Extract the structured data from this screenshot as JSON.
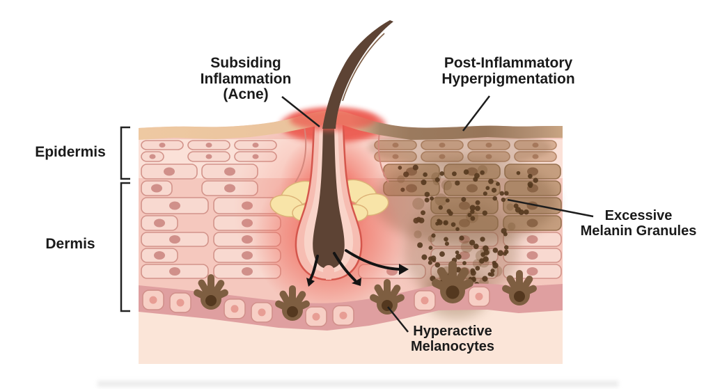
{
  "title": "Post-Inflammatory Hyperpigmentation skin cross-section diagram",
  "labels": {
    "epidermis": "Epidermis",
    "dermis": "Dermis",
    "subsiding_inflammation": "Subsiding\nInflammation\n(Acne)",
    "post_inflammatory_hyperpigmentation": "Post-Inflammatory\nHyperpigmentation",
    "excessive_melanin_granules": "Excessive\nMelanin Granules",
    "hyperactive_melanocytes": "Hyperactive\nMelanocytes"
  },
  "colors": {
    "inflammation_red": "#ed4a3e",
    "melanin_granule_brown": "#56391f",
    "pigment_tint_brown": "#8a674a",
    "hyperpigment_band_brown": "#9b7a5e",
    "corneum_tan": "#ecc6a0",
    "skin_cell_pink": "#f8d9d0",
    "cell_outline_pink": "#d2938a",
    "nucleus_pink": "#d0908a",
    "tinted_cell_brown": "#c59e7f",
    "tinted_cell_outline": "#96714f",
    "basal_band_rose": "#df9fa0",
    "basal_cell_pink": "#f7cfc5",
    "melanocyte_brown": "#7e5e41",
    "melanocyte_nucleus": "#54381f",
    "hair_brown": "#5d4334",
    "sebum_yellow": "#f8e4a8",
    "label_text": "#1a1a1a"
  }
}
